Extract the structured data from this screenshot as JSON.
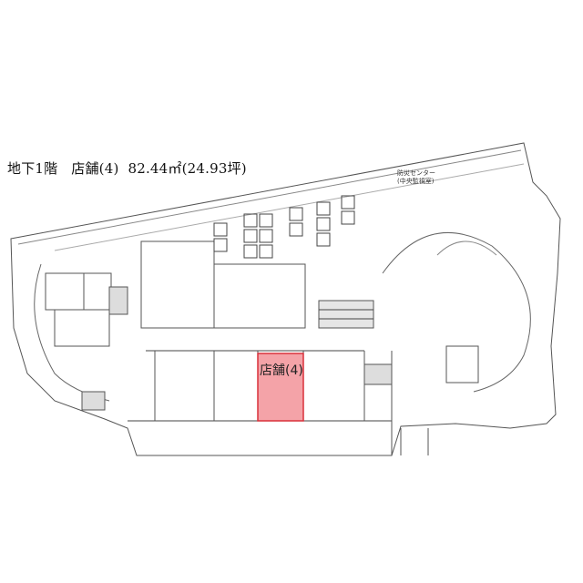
{
  "title": {
    "floor": "地下1階",
    "unit": "店舗(4)",
    "area_sqm": "82.44㎡",
    "area_tsubo": "(24.93坪)"
  },
  "plan": {
    "highlighted_unit_label": "店舗(4)",
    "highlight_color": "#f4a3a8",
    "highlight_border": "#d9303a",
    "room_labels": {
      "disaster_center": "防災センター",
      "central_monitoring": "(中央監視室)"
    }
  }
}
